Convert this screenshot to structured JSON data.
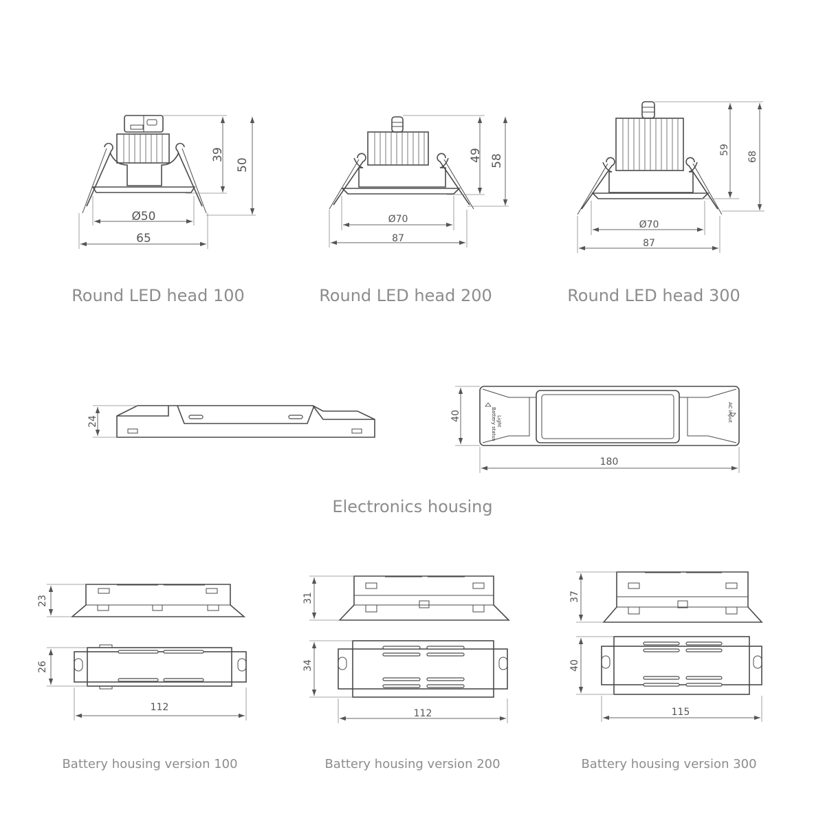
{
  "captions": {
    "led100": "Round LED head 100",
    "led200": "Round LED head 200",
    "led300": "Round LED head 300",
    "electronics": "Electronics housing",
    "bat100": "Battery housing version 100",
    "bat200": "Battery housing version 200",
    "bat300": "Battery housing version 300"
  },
  "dims": {
    "led100": {
      "dia": "Ø50",
      "width": "65",
      "h1": "39",
      "h2": "50"
    },
    "led200": {
      "dia": "Ø70",
      "width": "87",
      "h1": "49",
      "h2": "58"
    },
    "led300": {
      "dia": "Ø70",
      "width": "87",
      "h1": "59",
      "h2": "68"
    },
    "elec": {
      "height": "24",
      "width": "40",
      "length": "180"
    },
    "bat100": {
      "h_side": "23",
      "h_top": "26",
      "length": "112"
    },
    "bat200": {
      "h_side": "31",
      "h_top": "34",
      "length": "112"
    },
    "bat300": {
      "h_side": "37",
      "h_top": "40",
      "length": "115"
    }
  },
  "labels": {
    "battery_status": "Battery status",
    "light": "Light",
    "ac_input": "AC input"
  }
}
